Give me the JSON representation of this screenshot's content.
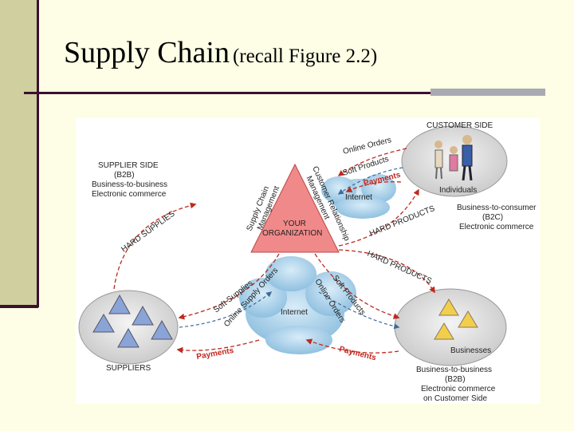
{
  "title": {
    "main": "Supply Chain",
    "sub": "(recall Figure 2.2)"
  },
  "diagram": {
    "supplier_side": [
      "SUPPLIER SIDE",
      "(B2B)",
      "Business-to-business",
      "Electronic commerce"
    ],
    "customer_side": "CUSTOMER SIDE",
    "individuals": "Individuals",
    "b2c": [
      "Business-to-consumer",
      "(B2C)",
      "Electronic commerce"
    ],
    "businesses": "Businesses",
    "b2b_customer": [
      "Business-to-business",
      "(B2B)",
      "Electronic commerce",
      "on Customer Side"
    ],
    "suppliers": "SUPPLIERS",
    "your_org": [
      "YOUR",
      "ORGANIZATION"
    ],
    "scm": [
      "Supply Chain",
      "Management"
    ],
    "crm": [
      "Customer Relationship",
      "Management"
    ],
    "internet_top": "Internet",
    "internet_bottom": "Internet",
    "online_orders": "Online Orders",
    "soft_products_top": "Soft Products",
    "payments_top": "Payments",
    "hard_products_top": "HARD PRODUCTS",
    "hard_products_right": "HARD PRODUCTS",
    "hard_supplies": "HARD SUPPLIES",
    "soft_supplies": "Soft Supplies",
    "online_supply_orders": "Online Supply Orders",
    "soft_products_bottom": "Soft Products",
    "online_orders_bottom": "Online Orders",
    "payments_left": "Payments",
    "payments_right": "Payments",
    "colors": {
      "triangle": "#f08a8a",
      "blue_tri": "#8aa4d8",
      "yellow_tri": "#f2cf4a",
      "cloud": "#9ec9e6",
      "arrow": "#c0281f",
      "dashed_blue": "#3c6a9a"
    }
  }
}
